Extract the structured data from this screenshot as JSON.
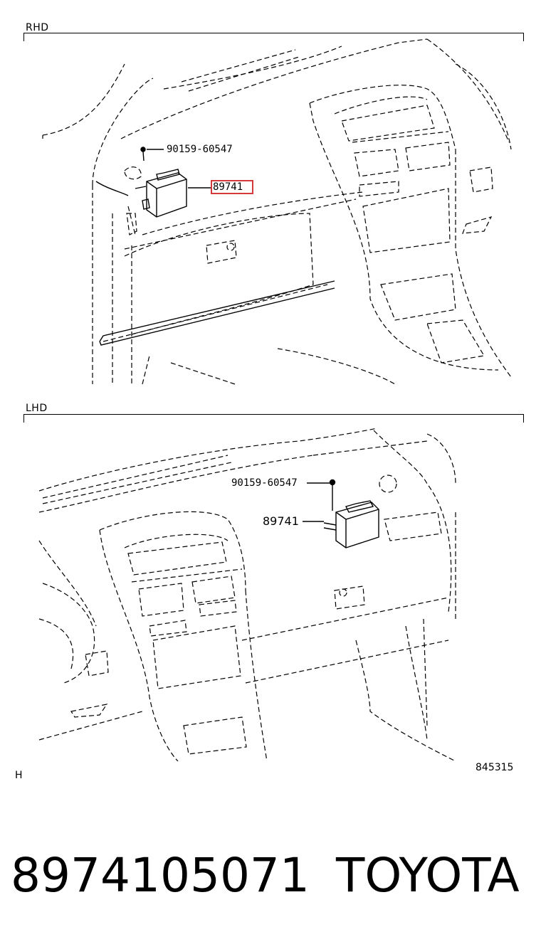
{
  "sections": {
    "rhd": {
      "label": "RHD",
      "bolt_part": "90159-60547",
      "module_part": "89741"
    },
    "lhd": {
      "label": "LHD",
      "bolt_part": "90159-60547",
      "module_part": "89741"
    }
  },
  "footer": {
    "corner_mark": "H",
    "illustration_code": "845315",
    "part_number": "8974105071",
    "brand": "TOYOTA"
  },
  "colors": {
    "highlight": "#d43a3a",
    "line": "#000000"
  }
}
